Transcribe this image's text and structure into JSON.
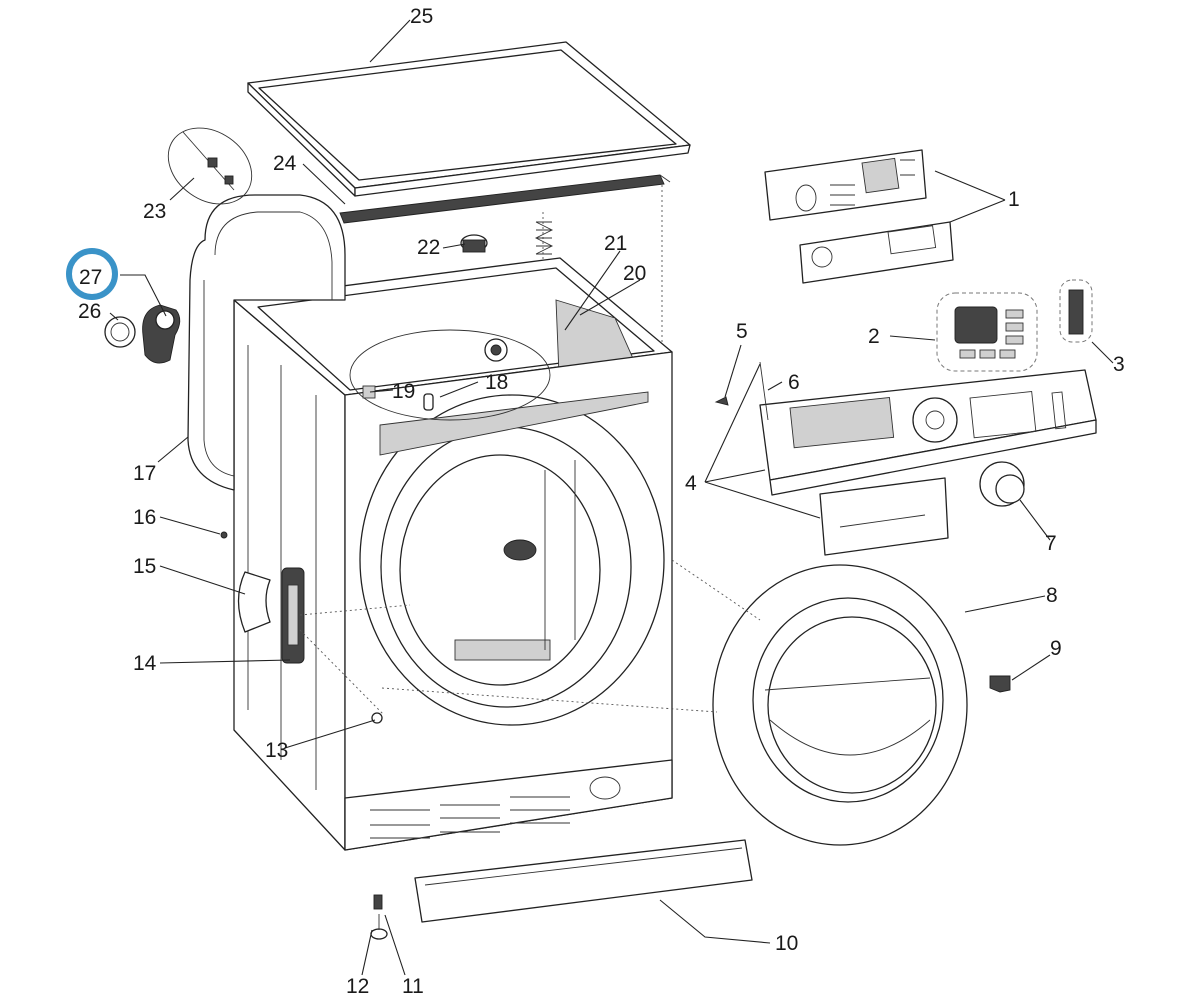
{
  "callouts": [
    {
      "id": "1",
      "text": "1"
    },
    {
      "id": "2",
      "text": "2"
    },
    {
      "id": "3",
      "text": "3"
    },
    {
      "id": "4",
      "text": "4"
    },
    {
      "id": "5",
      "text": "5"
    },
    {
      "id": "6",
      "text": "6"
    },
    {
      "id": "7",
      "text": "7"
    },
    {
      "id": "8",
      "text": "8"
    },
    {
      "id": "9",
      "text": "9"
    },
    {
      "id": "10",
      "text": "10"
    },
    {
      "id": "11",
      "text": "11"
    },
    {
      "id": "12",
      "text": "12"
    },
    {
      "id": "13",
      "text": "13"
    },
    {
      "id": "14",
      "text": "14"
    },
    {
      "id": "15",
      "text": "15"
    },
    {
      "id": "16",
      "text": "16"
    },
    {
      "id": "17",
      "text": "17"
    },
    {
      "id": "18",
      "text": "18"
    },
    {
      "id": "19",
      "text": "19"
    },
    {
      "id": "20",
      "text": "20"
    },
    {
      "id": "21",
      "text": "21"
    },
    {
      "id": "22",
      "text": "22"
    },
    {
      "id": "23",
      "text": "23"
    },
    {
      "id": "24",
      "text": "24"
    },
    {
      "id": "25",
      "text": "25"
    },
    {
      "id": "26",
      "text": "26"
    },
    {
      "id": "27",
      "text": "27"
    }
  ],
  "highlighted_callout": "27",
  "colors": {
    "highlight_ring": "#3a93c8",
    "line": "#222222",
    "label": "#1a1a1a"
  }
}
